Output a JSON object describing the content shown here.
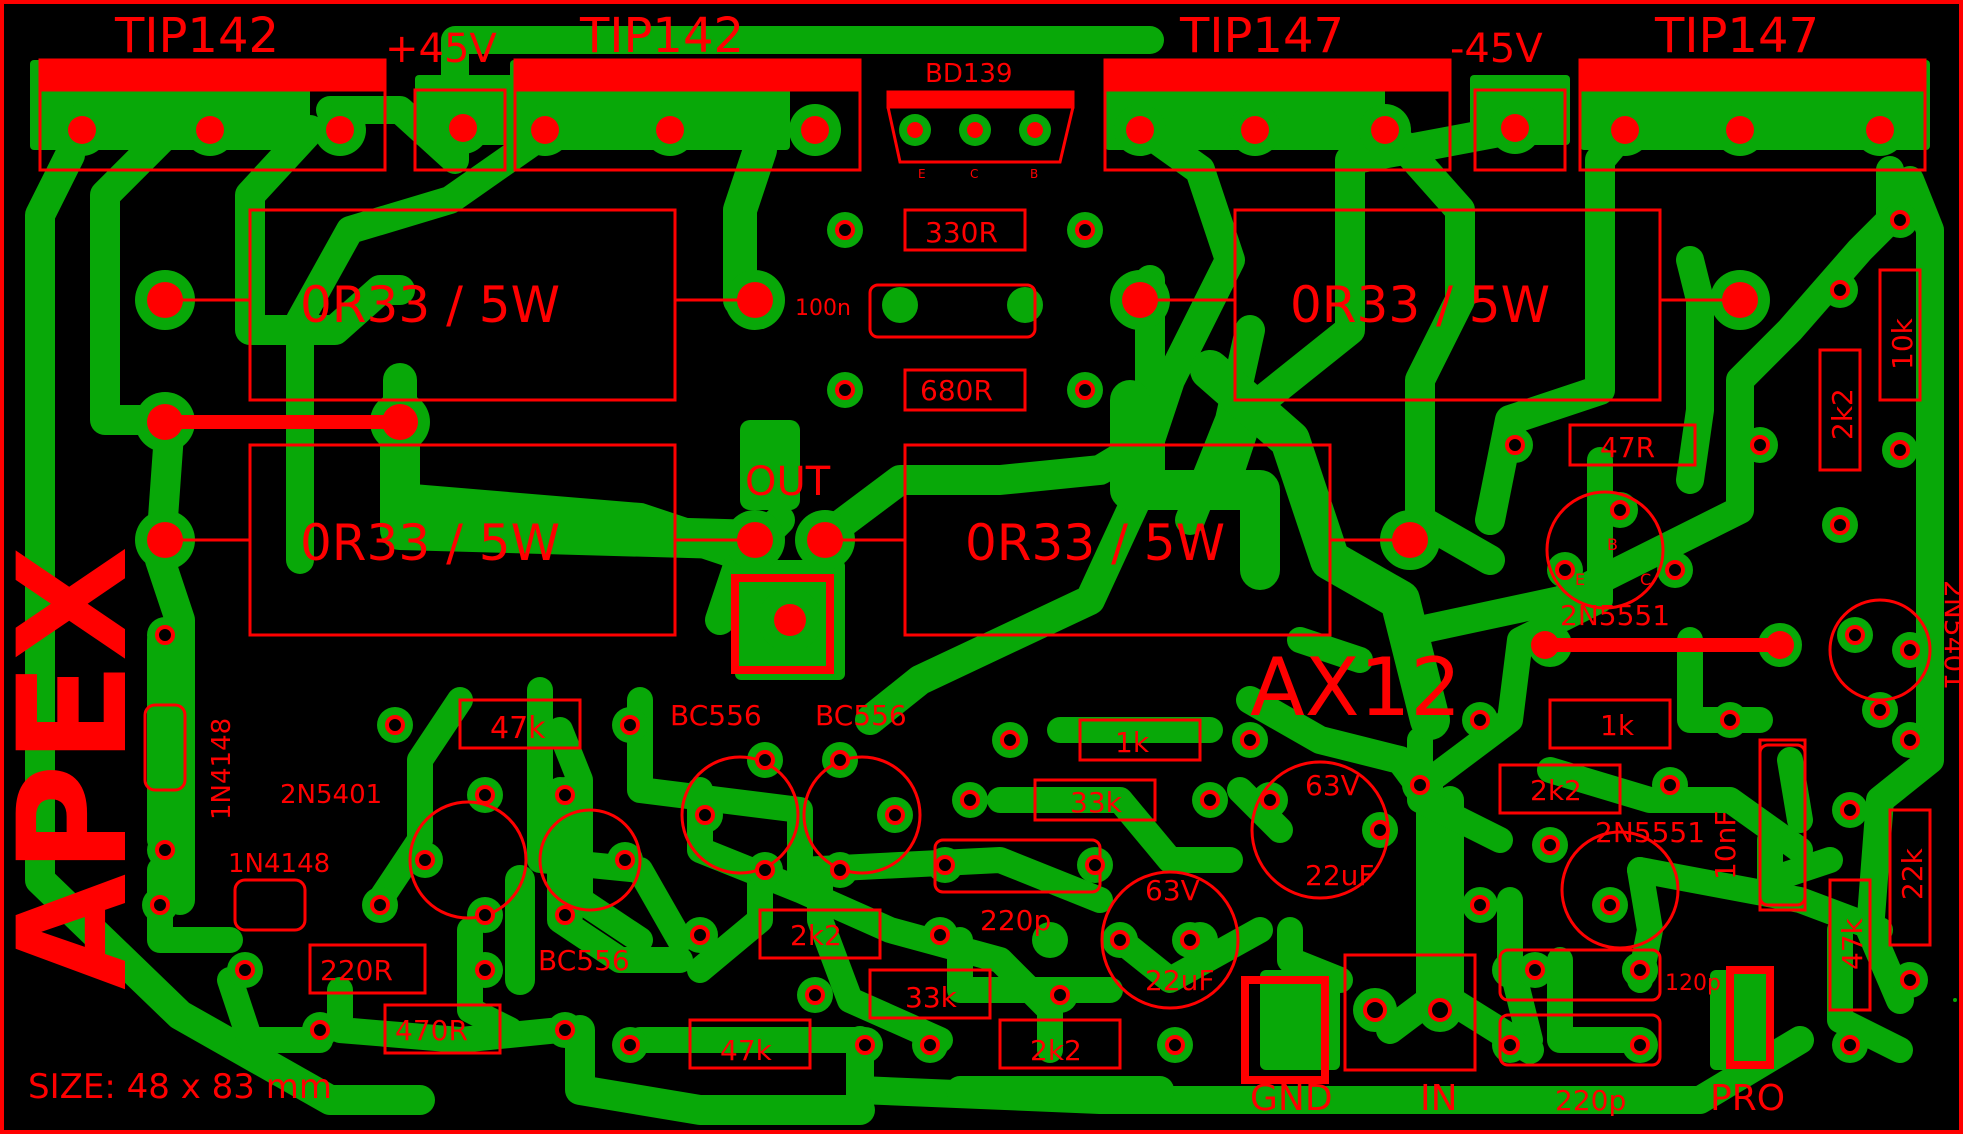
{
  "colors": {
    "background": "#000000",
    "copper": "#08a808",
    "silk": "#ff0000"
  },
  "brand": "APEX",
  "model": "AX12",
  "size_note": "SIZE: 48 x 83 mm",
  "transistors_power": {
    "q1": "TIP142",
    "q2": "TIP142",
    "q3": "TIP147",
    "q4": "TIP147"
  },
  "supply": {
    "positive": "+45V",
    "negative": "-45V"
  },
  "driver": {
    "name": "BD139",
    "pins": [
      "E",
      "C",
      "B"
    ]
  },
  "power_resistors": {
    "r1": "0R33 / 5W",
    "r2": "0R33 / 5W",
    "r3": "0R33 / 5W",
    "r4": "0R33 / 5W"
  },
  "resistors": {
    "r330": "330R",
    "r680": "680R",
    "r47r": "47R",
    "r10k": "10k",
    "r2k2_v": "2k2",
    "r47k_a": "47k",
    "r1k_a": "1k",
    "r33k_a": "33k",
    "r2k2_a": "2k2",
    "r33k_b": "33k",
    "r2k2_b": "2k2",
    "r47k_b": "47k",
    "r220r": "220R",
    "r470r": "470R",
    "r1k_b": "1k",
    "r2k2_c": "2k2",
    "r22k": "22k",
    "r47k_v": "47k"
  },
  "capacitors": {
    "c100n": "100n",
    "c220p_a": "220p",
    "c63v_a": "63V",
    "c22uf_a": "22uF",
    "c63v_b": "63V",
    "c22uf_b": "22uF",
    "c10nf": "10nF",
    "c120p": "120p",
    "c220p_b": "220p"
  },
  "semis": {
    "bc556_a": "BC556",
    "bc556_b": "BC556",
    "bc556_c": "BC556",
    "n5401_a": "2N5401",
    "n5401_b": "2N5401",
    "n5551_a": "2N5551",
    "n5551_b": "2N5551",
    "d1": "1N4148",
    "d2": "1N4148"
  },
  "pin_letters": {
    "b": "B",
    "c": "C",
    "e": "E"
  },
  "connectors": {
    "out": "OUT",
    "gnd": "GND",
    "in": "IN",
    "pro": "PRO"
  }
}
